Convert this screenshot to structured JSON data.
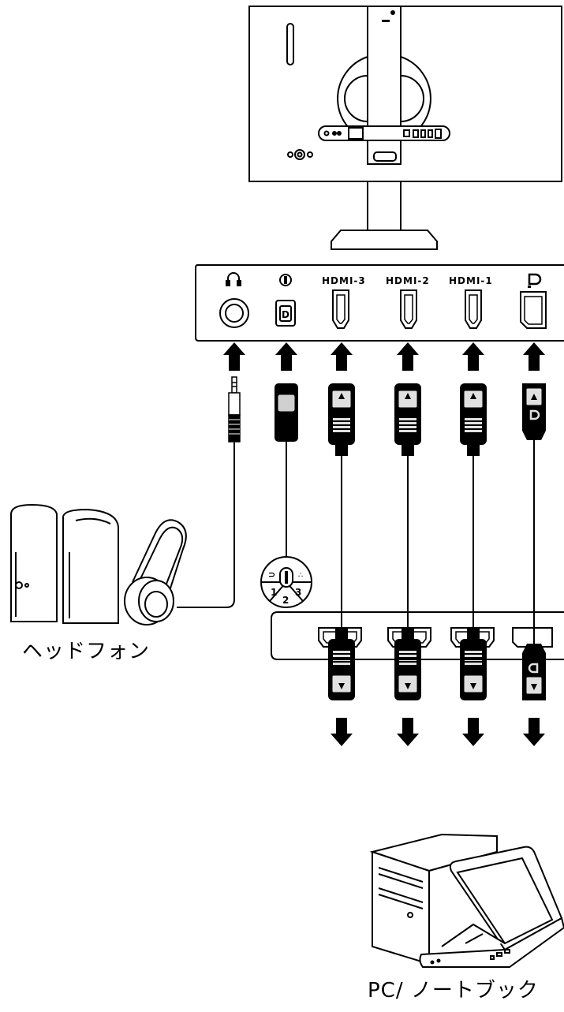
{
  "captions": {
    "headphone": "ヘッドフォン",
    "pc": "PC/ ノートブック"
  },
  "ports": [
    {
      "id": "headphone",
      "label_icon": "headphone-icon"
    },
    {
      "id": "controller",
      "label_icon": "controller-icon"
    },
    {
      "id": "hdmi3",
      "label": "HDMI-3"
    },
    {
      "id": "hdmi2",
      "label": "HDMI-2"
    },
    {
      "id": "hdmi1",
      "label": "HDMI-1"
    },
    {
      "id": "displayport",
      "label_icon": "displayport-icon"
    }
  ],
  "puck": {
    "numbers": [
      "1",
      "2",
      "3"
    ]
  }
}
